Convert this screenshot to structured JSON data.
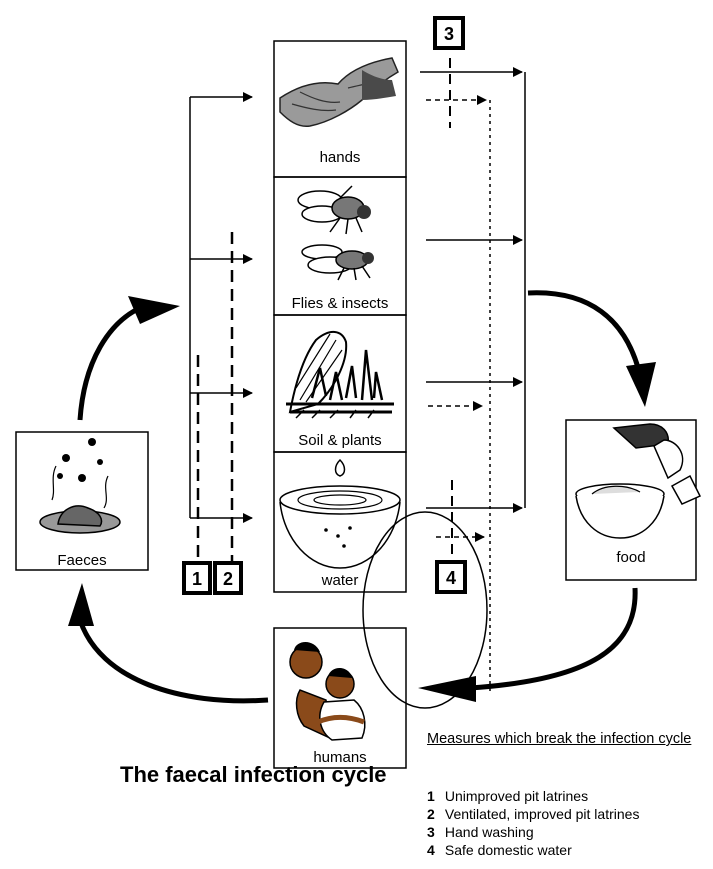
{
  "diagram": {
    "title": "The faecal infection cycle",
    "nodes": {
      "hands": "hands",
      "flies": "Flies & insects",
      "soil": "Soil & plants",
      "water": "water",
      "faeces": "Faeces",
      "food": "food",
      "humans": "humans"
    },
    "barriers": [
      "1",
      "2",
      "3",
      "4"
    ]
  },
  "legend": {
    "heading": "Measures which break the infection cycle",
    "items": [
      {
        "num": "1",
        "text": "Unimproved pit latrines"
      },
      {
        "num": "2",
        "text": "Ventilated, improved pit latrines"
      },
      {
        "num": "3",
        "text": "Hand washing"
      },
      {
        "num": "4",
        "text": "Safe domestic water"
      }
    ]
  }
}
